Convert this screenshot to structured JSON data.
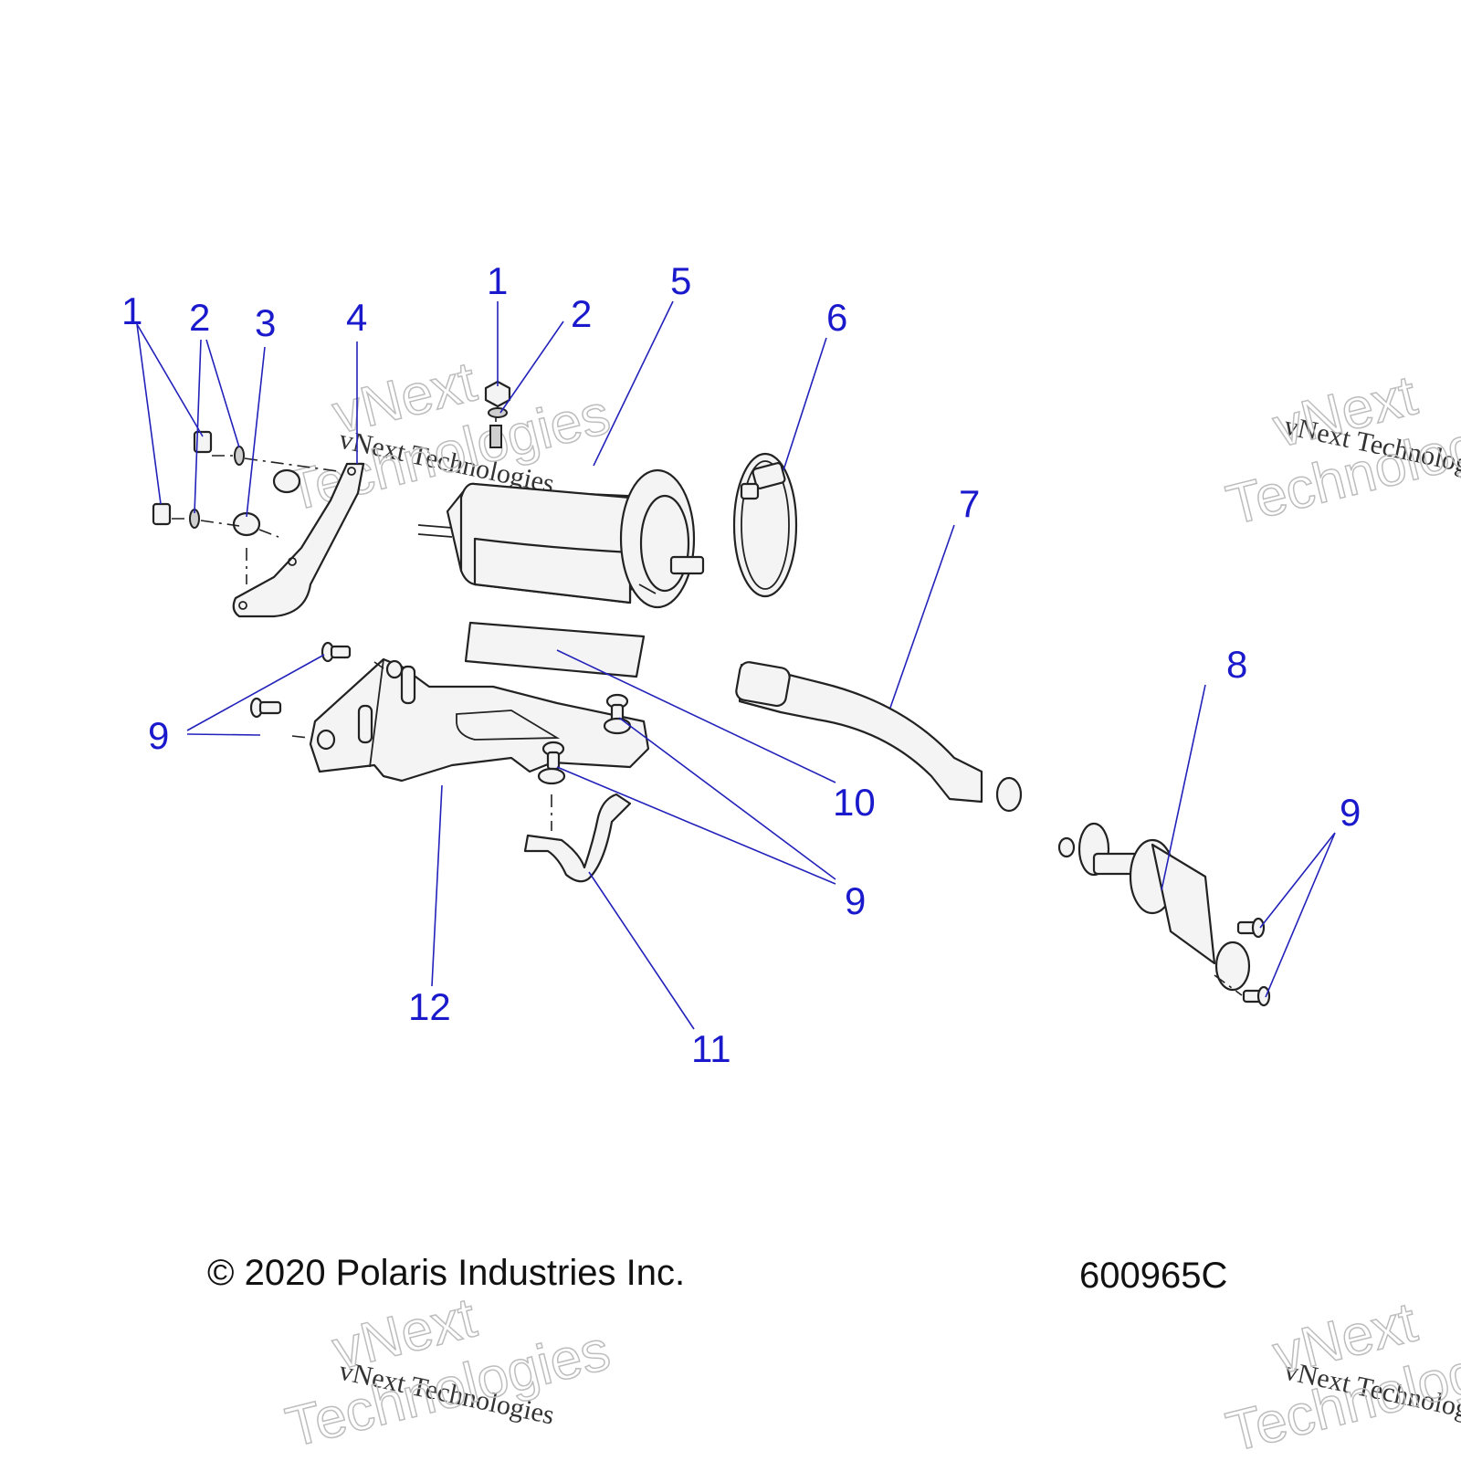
{
  "callouts": [
    "1",
    "2",
    "3",
    "4",
    "5",
    "6",
    "7",
    "8",
    "9",
    "10",
    "11",
    "12"
  ],
  "footer": {
    "copyright": "© 2020 Polaris Industries Inc.",
    "figure_code": "600965C"
  },
  "watermark": {
    "line_serif": "vNext Technologies",
    "outline_top": "vNext",
    "outline_bottom": "Technologies"
  },
  "colors": {
    "callout_text": "#1a1acc",
    "leader_line": "#2222bb",
    "part_stroke": "#222222"
  }
}
